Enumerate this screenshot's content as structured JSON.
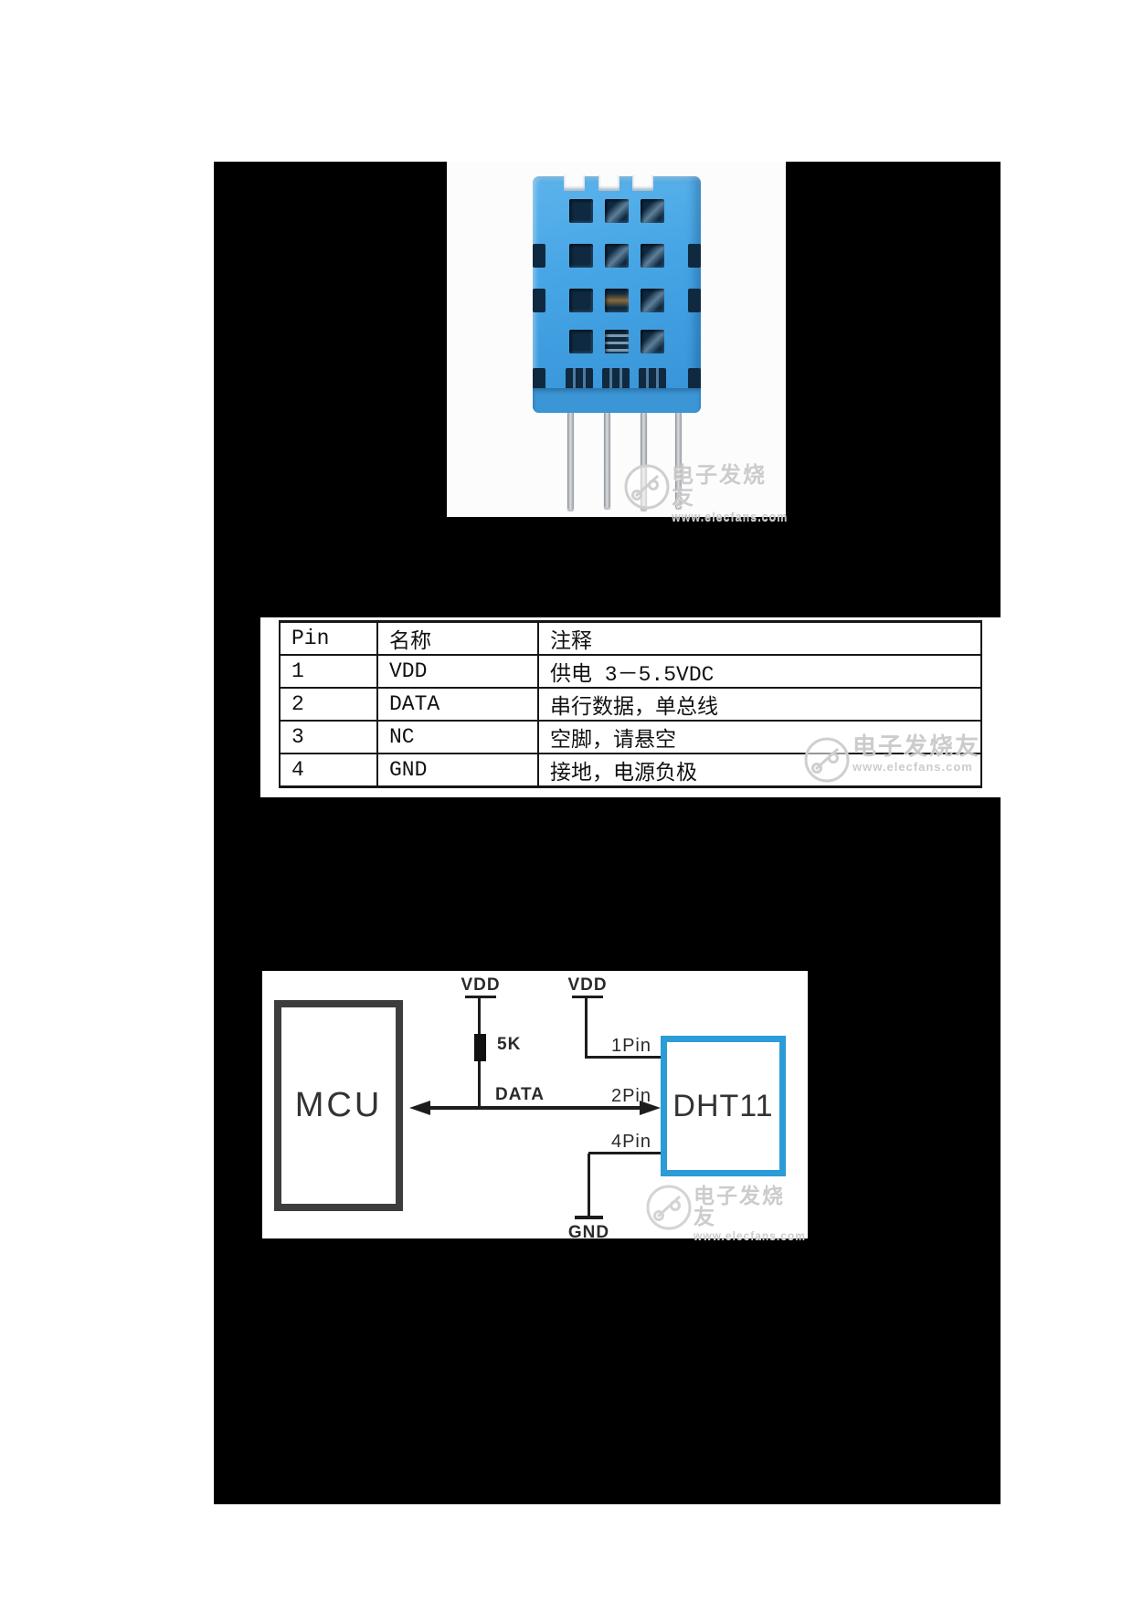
{
  "page": {
    "background_color": "#ffffff",
    "canvas_color": "#000000"
  },
  "watermark": {
    "brand": "电子发烧友",
    "url": "www.elecfans.com",
    "color": "#c8c8c8"
  },
  "sensor_photo": {
    "device": "DHT11 temperature-humidity sensor",
    "body_color": "#46a5e5",
    "pin_count": 4
  },
  "pin_table": {
    "headers": [
      "Pin",
      "名称",
      "注释"
    ],
    "rows": [
      [
        "1",
        "VDD",
        "供电 3－5.5VDC"
      ],
      [
        "2",
        "DATA",
        "串行数据，单总线"
      ],
      [
        "3",
        "NC",
        "空脚，请悬空"
      ],
      [
        "4",
        "GND",
        "接地，电源负极"
      ]
    ],
    "border_color": "#161616"
  },
  "circuit": {
    "mcu_label": "MCU",
    "dht11_label": "DHT11",
    "vdd_left_label": "VDD",
    "vdd_right_label": "VDD",
    "resistor_label": "5K",
    "data_label": "DATA",
    "pin1_label": "1Pin",
    "pin2_label": "2Pin",
    "pin4_label": "4Pin",
    "gnd_label": "GND",
    "colors": {
      "mcu_border": "#3d3d3d",
      "dht11_border": "#2b9cd8",
      "wire": "#1d1d1d"
    }
  }
}
